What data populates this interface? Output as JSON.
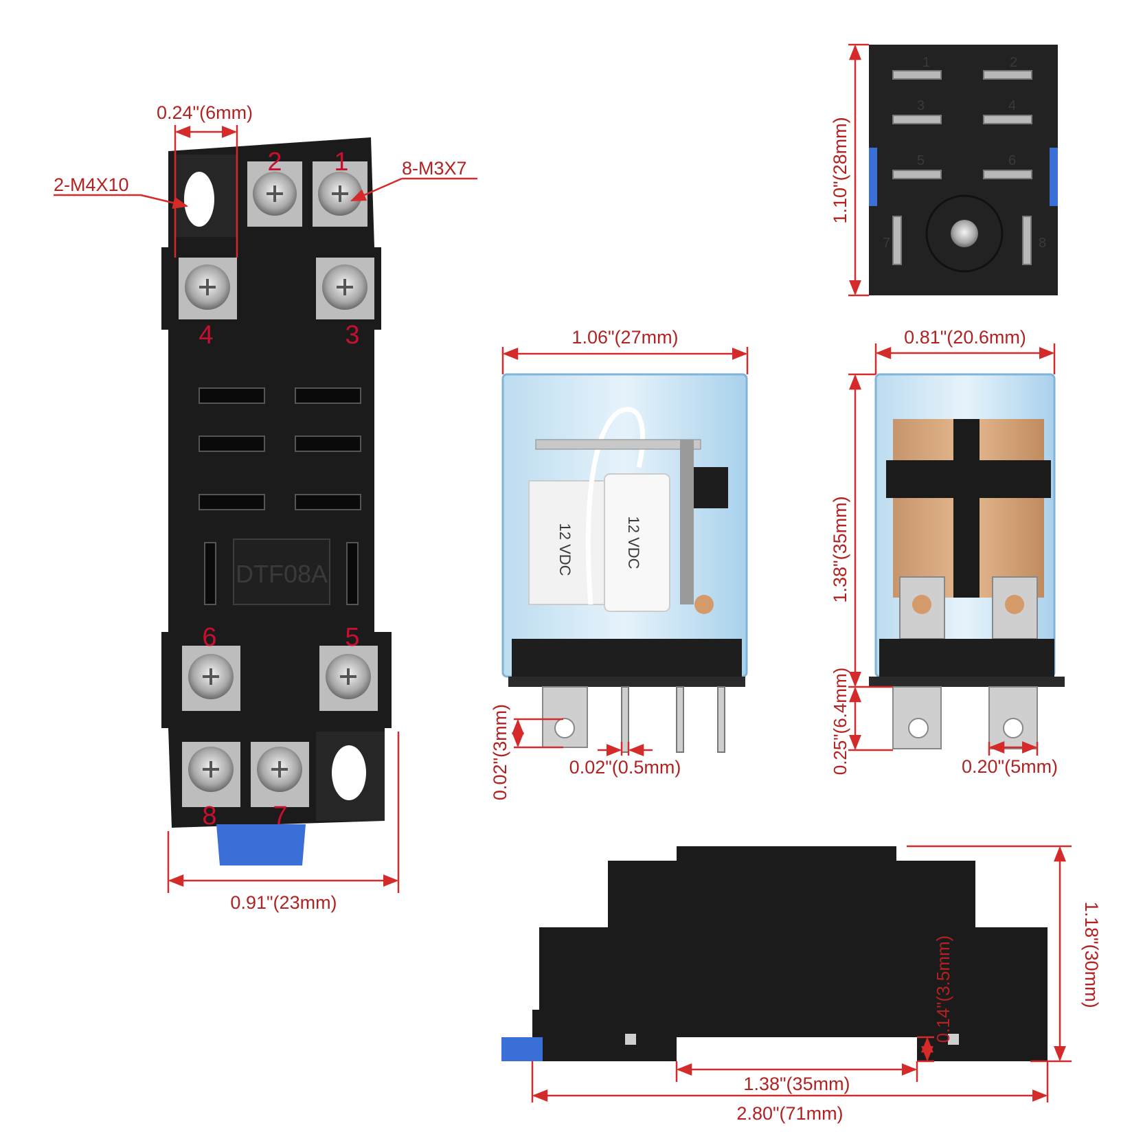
{
  "socket": {
    "screw_width_label": "0.24\"(6mm)",
    "mount_screw_label": "2-M4X10",
    "terminal_screw_label": "8-M3X7",
    "model_text": "DTF08A",
    "width_label": "0.91\"(23mm)",
    "terminal_numbers": [
      "2",
      "1",
      "4",
      "3",
      "6",
      "5",
      "8",
      "7"
    ]
  },
  "relay_front": {
    "width_label": "1.06\"(27mm)",
    "coil_text": "12 VDC",
    "pin_hole_label": "0.02\"(3mm)",
    "pin_thickness_label": "0.02\"(0.5mm)"
  },
  "relay_side": {
    "width_label": "0.81\"(20.6mm)",
    "height_label": "1.38\"(35mm)",
    "pin_length_label": "0.25\"(6.4mm)",
    "pin_width_label": "0.20\"(5mm)"
  },
  "socket_top": {
    "height_label": "1.10\"(28mm)",
    "slot_numbers": [
      "1",
      "2",
      "3",
      "4",
      "5",
      "6",
      "7",
      "8"
    ]
  },
  "socket_side": {
    "height_label": "1.18\"(30mm)",
    "rail_depth_label": "0.14\"(3.5mm)",
    "rail_width_label": "1.38\"(35mm)",
    "length_label": "2.80\"(71mm)"
  }
}
